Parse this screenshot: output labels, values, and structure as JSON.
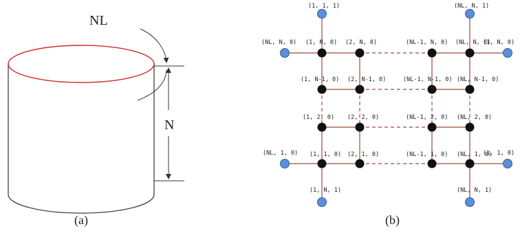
{
  "panel_a": {
    "label_nl": "NL",
    "label_n": "N",
    "caption": "(a)",
    "colors": {
      "rim": "#d02a2a",
      "line": "#333333"
    }
  },
  "panel_b": {
    "caption": "(b)",
    "colors": {
      "interior_node": "#111111",
      "boundary_node": "#5b8fd6",
      "boundary_stroke": "#2d5fa8",
      "edge": "#9a4a3a",
      "text": "#222222"
    },
    "labels": {
      "top_left": "(1, 1, 1)",
      "top_right": "(NL, N, 1)",
      "left_top": "(NL, N, 0)",
      "right_top": "(1, N, 0)",
      "left_bottom": "(NL, 1, 0)",
      "right_bottom": "(1, 1, 0)",
      "bottom_left": "(1, N, 1)",
      "bottom_right": "(NL, N, 1)",
      "r1c1": "(1, N, 0)",
      "r1c2": "(2, N, 0)",
      "r1c3": "(NL-1, N, 0)",
      "r1c4": "(NL, N, 0)",
      "r2c1": "(1, N-1, 0)",
      "r2c2": "(2, N-1, 0)",
      "r2c3": "(NL-1, N-1, 0)",
      "r2c4": "(NL, N-1, 0)",
      "r3c1": "(1, 2, 0)",
      "r3c2": "(2, 2, 0)",
      "r3c3": "(NL-1, 2, 0)",
      "r3c4": "(NL, 2, 0)",
      "r4c1": "(1, 1, 0)",
      "r4c2": "(2, 1, 0)",
      "r4c3": "(NL-1, 1, 0)",
      "r4c4": "(NL, 1, 0)"
    }
  }
}
